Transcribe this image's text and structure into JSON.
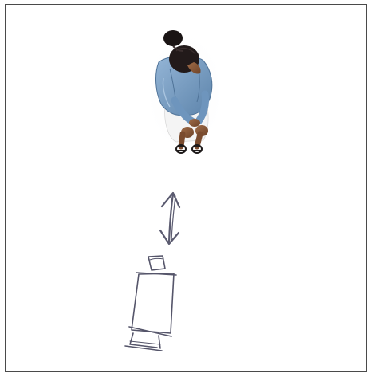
{
  "scene": {
    "elements": [
      {
        "name": "seated-woman-figure",
        "description_icon": "person-seated-top-view-icon"
      },
      {
        "name": "double-arrow-sketch",
        "description_icon": "double-arrow-icon"
      },
      {
        "name": "camera-tripod-sketch",
        "description_icon": "camera-on-tripod-icon"
      }
    ],
    "colors": {
      "frame": "#4a4a4a",
      "jacket": "#7ea2c6",
      "jacket_shadow": "#5d84ab",
      "skin": "#8a5a3c",
      "hair": "#1a1414",
      "skirt": "#f3f3f3",
      "sketch_ink": "#55556a",
      "arrow_ink": "#5b5b70"
    }
  }
}
